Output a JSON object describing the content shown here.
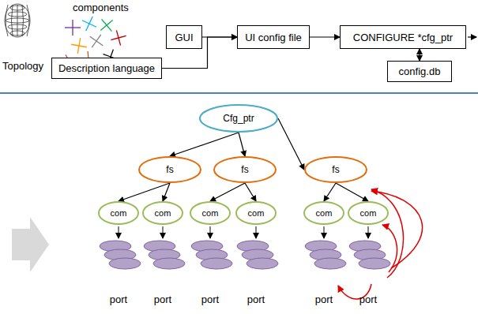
{
  "diagram": {
    "nodes": [
      {
        "text": [
          "GUI"
        ]
      },
      {
        "text": [
          "Description language"
        ]
      },
      {
        "text": [
          "UI config file"
        ]
      },
      {
        "text": [
          "CONFIGURE *cfg_ptr"
        ]
      },
      {
        "text": [
          "config.db"
        ]
      },
      {
        "text": [
          "Cfg_ptr"
        ]
      },
      {
        "text": [
          "fs"
        ]
      },
      {
        "text": [
          "fs"
        ]
      },
      {
        "text": [
          "fs"
        ]
      },
      {
        "text": [
          "com"
        ]
      },
      {
        "text": [
          "com"
        ]
      },
      {
        "text": [
          "com"
        ]
      },
      {
        "text": [
          "com"
        ]
      },
      {
        "text": [
          "com"
        ]
      },
      {
        "text": [
          "com"
        ]
      }
    ],
    "edges": [
      {
        "from": 0,
        "to": 2,
        "arrow": "to"
      },
      {
        "from": 1,
        "to": 2,
        "arrow": "to"
      },
      {
        "from": 2,
        "to": 3,
        "arrow": "to"
      },
      {
        "from": 3,
        "to": 4,
        "arrow": "both"
      },
      {
        "from": 5,
        "to": 6,
        "arrow": "to"
      },
      {
        "from": 5,
        "to": 7,
        "arrow": "to"
      },
      {
        "from": 5,
        "to": 8,
        "arrow": "to"
      },
      {
        "from": 6,
        "to": 9,
        "arrow": "to"
      },
      {
        "from": 6,
        "to": 10,
        "arrow": "to"
      },
      {
        "from": 7,
        "to": 11,
        "arrow": "to"
      },
      {
        "from": 7,
        "to": 12,
        "arrow": "to"
      },
      {
        "from": 8,
        "to": 13,
        "arrow": "to"
      },
      {
        "from": 8,
        "to": 14,
        "arrow": "to"
      }
    ],
    "labels": [
      "components",
      "Topology",
      "port",
      "port",
      "port",
      "port",
      "port",
      "port"
    ]
  }
}
